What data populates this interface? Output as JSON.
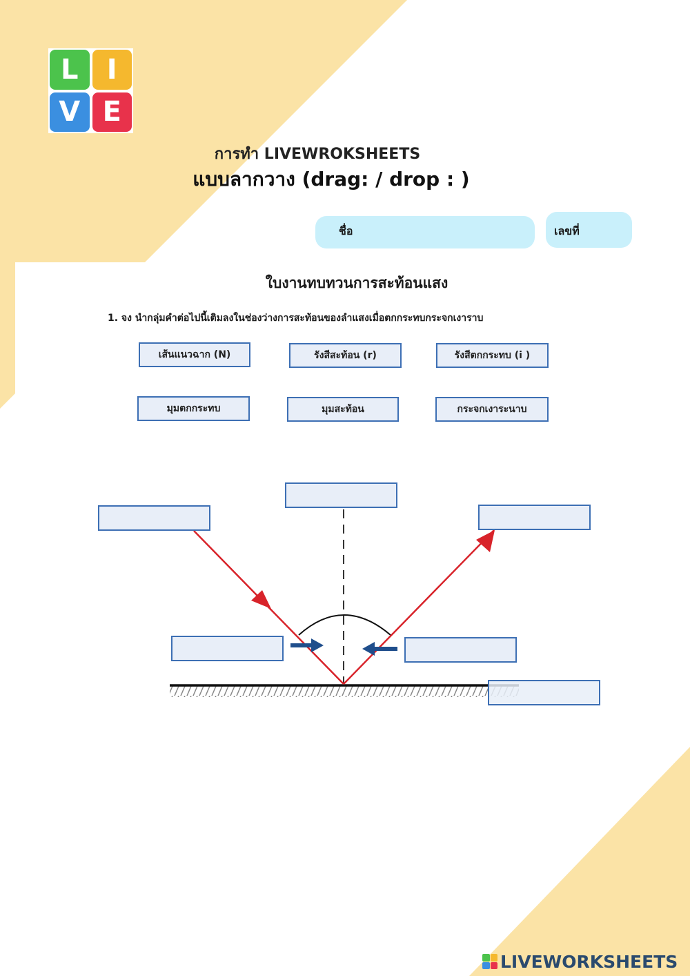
{
  "header": {
    "logo_letters": [
      "L",
      "I",
      "V",
      "E"
    ],
    "title_line1": "การทำ LIVEWROKSHEETS",
    "title_line2": "แบบลากวาง  (drag: / drop : )"
  },
  "form": {
    "name_label": "ชื่อ",
    "number_label": "เลขที่"
  },
  "worksheet": {
    "title": "ใบงานทบทวนการสะท้อนแสง",
    "instruction": "1. จง นำกลุ่มคำต่อไปนี้เติมลงในช่องว่างการสะท้อนของลำแสงเมื่อตกกระทบกระจกเงาราบ",
    "word_bank": [
      "เส้นแนวฉาก (N)",
      "รังสีสะท้อน (r)",
      "รังสีตกกระทบ (i )",
      "มุมตกกระทบ",
      "มุมสะท้อน",
      "กระจกเงาระนาบ"
    ]
  },
  "footer": {
    "brand": "LIVEWORKSHEETS"
  },
  "colors": {
    "background_accent": "#fbe3a6",
    "field_fill": "#c9f0fb",
    "box_border": "#3d6fb4",
    "box_fill": "#e8eef8",
    "ray_color": "#d8232a",
    "arrow_color": "#1f4e8c"
  }
}
